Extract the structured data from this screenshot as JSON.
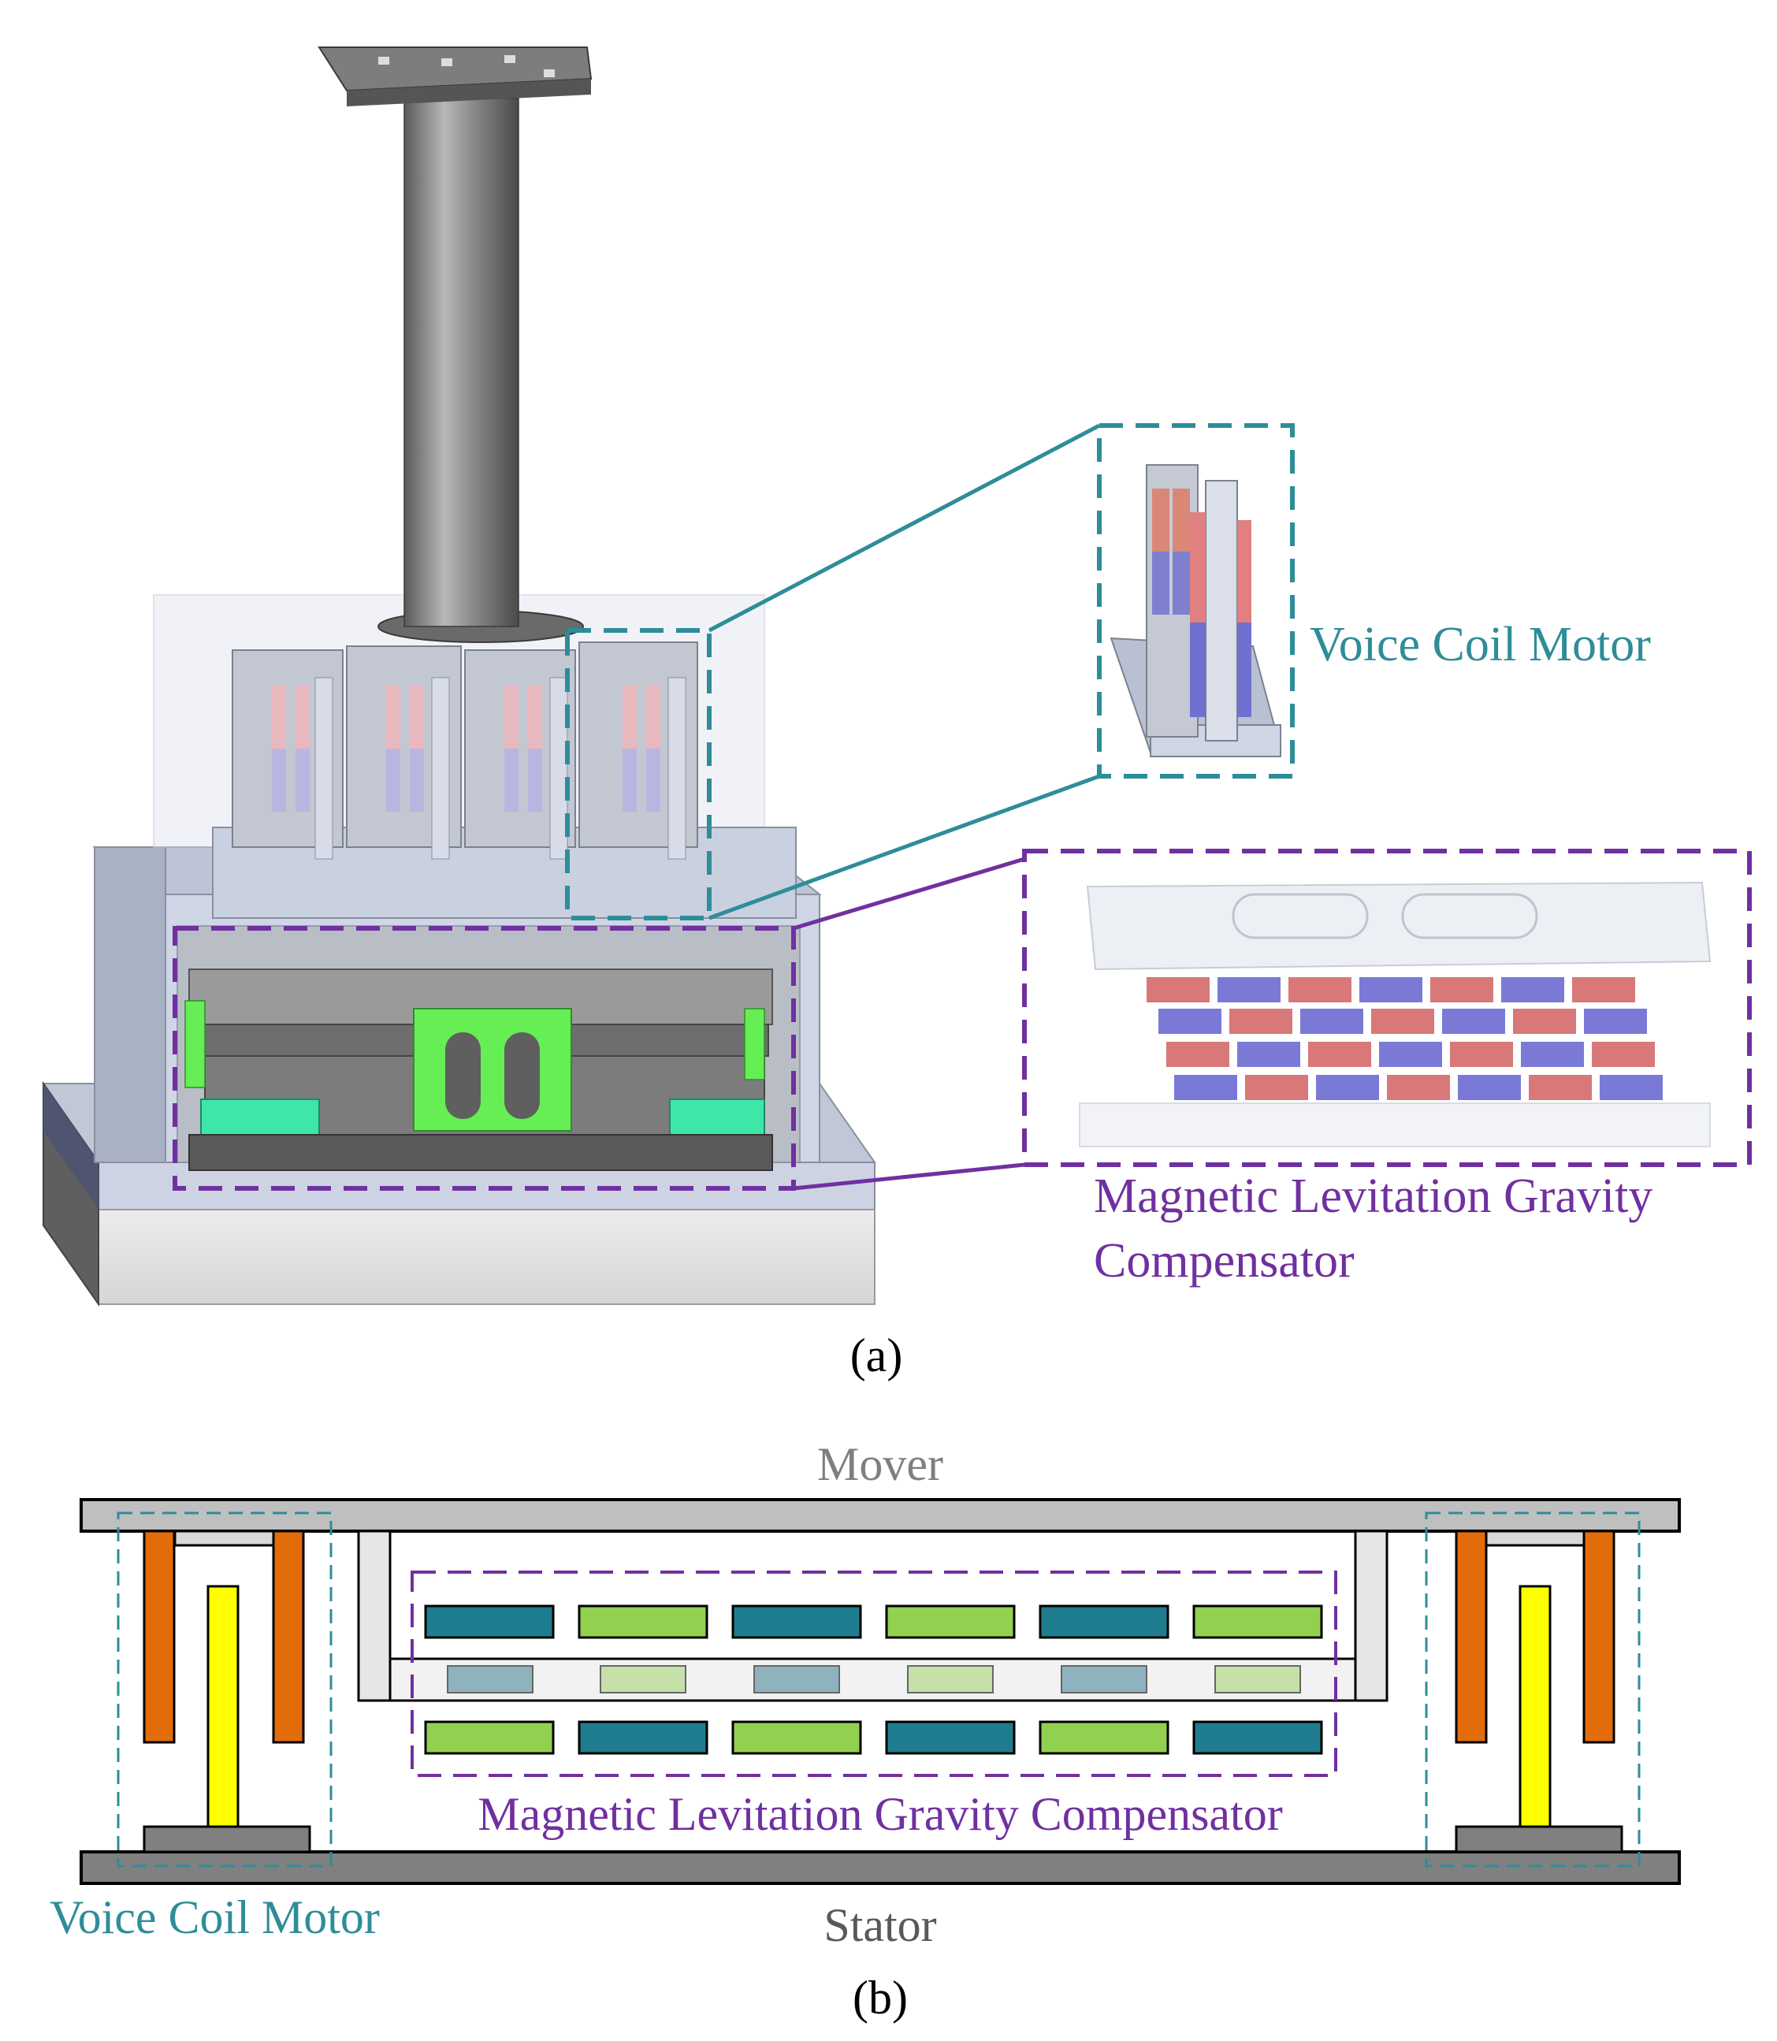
{
  "panel_a": {
    "caption": "(a)",
    "vcm_label": "Voice Coil Motor",
    "mlgc_label_line1": "Magnetic Levitation Gravity",
    "mlgc_label_line2": "Compensator"
  },
  "panel_b": {
    "caption": "(b)",
    "mover_label": "Mover",
    "stator_label": "Stator",
    "vcm_label": "Voice Coil Motor",
    "mlgc_label": "Magnetic Levitation Gravity Compensator"
  },
  "colors": {
    "vcm_teal": "#2e8d99",
    "mlgc_purple": "#7030a0",
    "mover_gray": "#7f7f7f",
    "magnet_teal": "#1f7c8e",
    "magnet_green": "#92d050",
    "coil_orange": "#e36c0a",
    "coil_yellow": "#ffff00",
    "stator_fill": "#808080",
    "frame_fill": "#d9d9d9"
  }
}
